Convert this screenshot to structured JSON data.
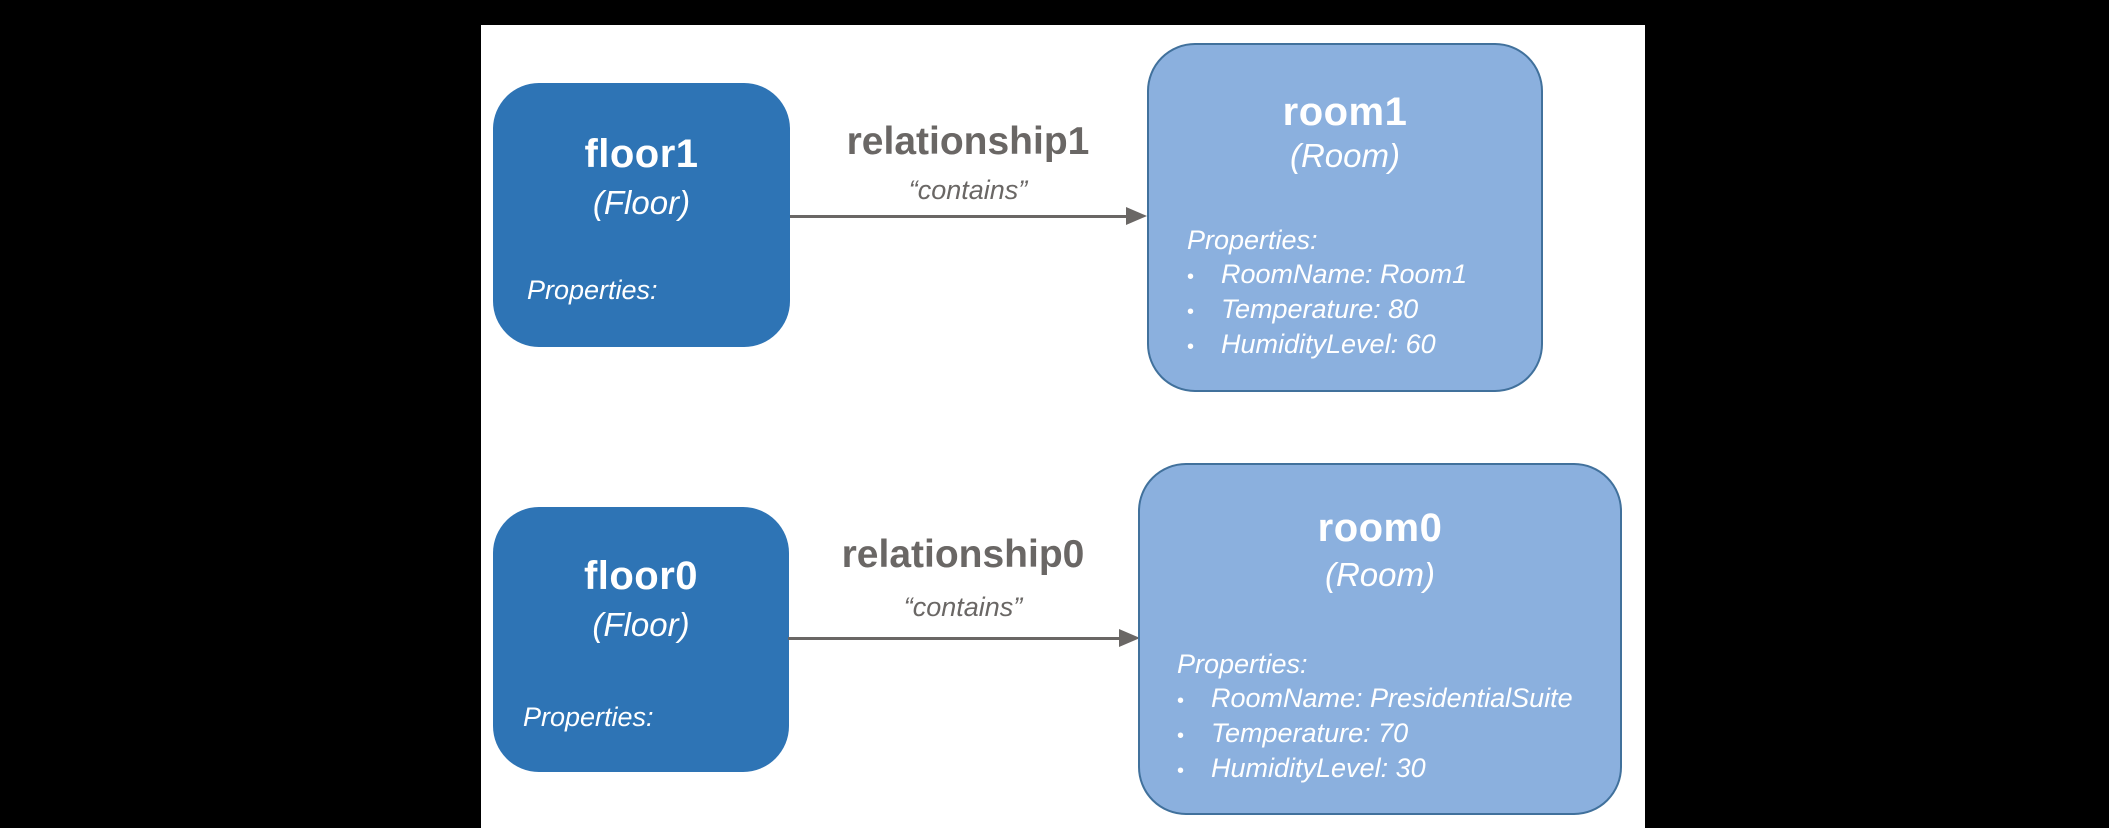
{
  "ui": {
    "bullet": "•"
  },
  "colors": {
    "canvas_bg": "#000000",
    "slide_bg": "#ffffff",
    "floor_fill": "#2e74b5",
    "room_fill": "#8bb0de",
    "room_border": "#41719c",
    "node_text": "#ffffff",
    "relation_text": "#6a6765"
  },
  "diagram": {
    "nodes": {
      "floor1": {
        "title": "floor1",
        "type": "(Floor)",
        "props_label": "Properties:"
      },
      "room1": {
        "title": "room1",
        "type": "(Room)",
        "props_label": "Properties:",
        "properties": [
          "RoomName: Room1",
          "Temperature: 80",
          "HumidityLevel: 60"
        ]
      },
      "floor0": {
        "title": "floor0",
        "type": "(Floor)",
        "props_label": "Properties:"
      },
      "room0": {
        "title": "room0",
        "type": "(Room)",
        "props_label": "Properties:",
        "properties": [
          "RoomName: PresidentialSuite",
          "Temperature: 70",
          "HumidityLevel: 30"
        ]
      }
    },
    "relationships": {
      "rel1": {
        "name": "relationship1",
        "predicate": "“contains”"
      },
      "rel0": {
        "name": "relationship0",
        "predicate": "“contains”"
      }
    }
  }
}
